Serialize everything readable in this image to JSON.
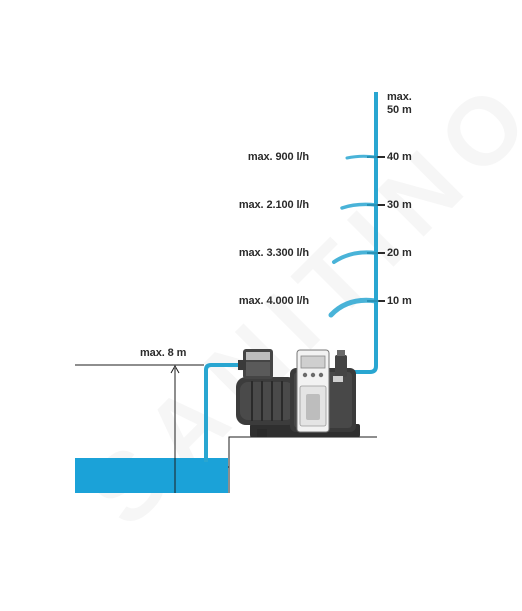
{
  "colors": {
    "pipe": "#29a6d1",
    "water": "#1ba2d8",
    "line": "#1e1e1e",
    "pump_body": "#3a3a3a"
  },
  "watermark": "SANITINO",
  "labels": {
    "max_head_line1": "max.",
    "max_head_line2": "50 m",
    "suction": "max. 8 m"
  },
  "levels": [
    {
      "flow": "max. 900 l/h",
      "height": "40 m"
    },
    {
      "flow": "max. 2.100 l/h",
      "height": "30 m"
    },
    {
      "flow": "max. 3.300 l/h",
      "height": "20 m"
    },
    {
      "flow": "max. 4.000 l/h",
      "height": "10 m"
    }
  ]
}
